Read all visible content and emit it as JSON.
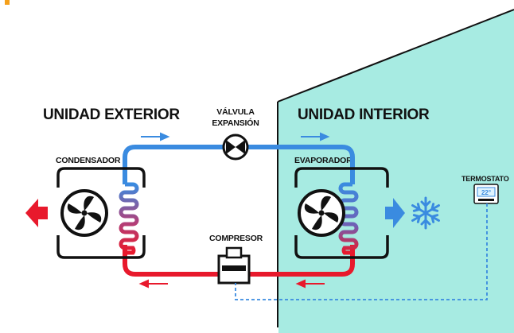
{
  "labels": {
    "outdoor_unit": "UNIDAD EXTERIOR",
    "indoor_unit": "UNIDAD INTERIOR",
    "expansion_valve_line1": "VÁLVULA",
    "expansion_valve_line2": "EXPANSIÓN",
    "condenser": "CONDENSADOR",
    "evaporator": "EVAPORADOR",
    "compressor": "COMPRESOR",
    "thermostat": "TERMOSTATO",
    "thermostat_display": "22°"
  },
  "colors": {
    "hot_line": "#e8192c",
    "cold_line": "#3a8be0",
    "indoor_background": "#a7ebe2",
    "cold_air": "#3a8be0",
    "hot_air": "#e8192c",
    "accent_top": "#f5a01a",
    "control_wire": "#3a8be0"
  },
  "icons": {
    "fan": "fan-icon",
    "snowflake": "snowflake-icon",
    "valve": "expansion-valve-icon",
    "compressor": "compressor-icon",
    "thermostat": "thermostat-icon",
    "hot_air": "hot-air-arrow-icon",
    "cold_air": "cold-air-arrow-icon"
  }
}
